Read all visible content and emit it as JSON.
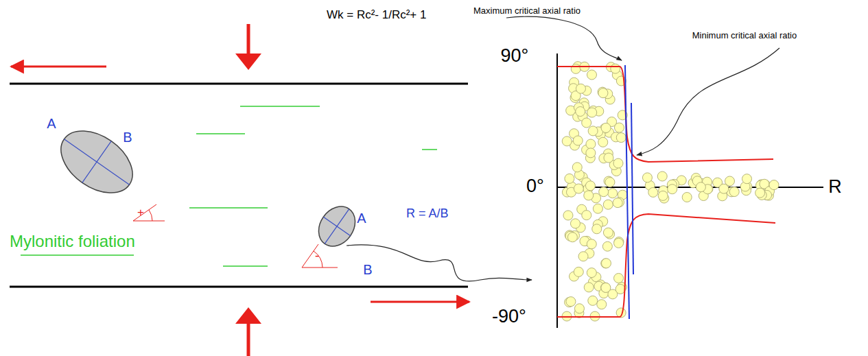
{
  "diagram": {
    "labels": [
      "Wk = Rc²- 1/Rc²+ 1",
      "A",
      "B",
      "+",
      "Mylonitic foliation",
      "A",
      "B",
      "R = A/B",
      "-",
      "Maximum critical axial ratio",
      "Minimum critical axial ratio",
      "90°",
      "0°",
      "R",
      "-90°"
    ]
  }
}
